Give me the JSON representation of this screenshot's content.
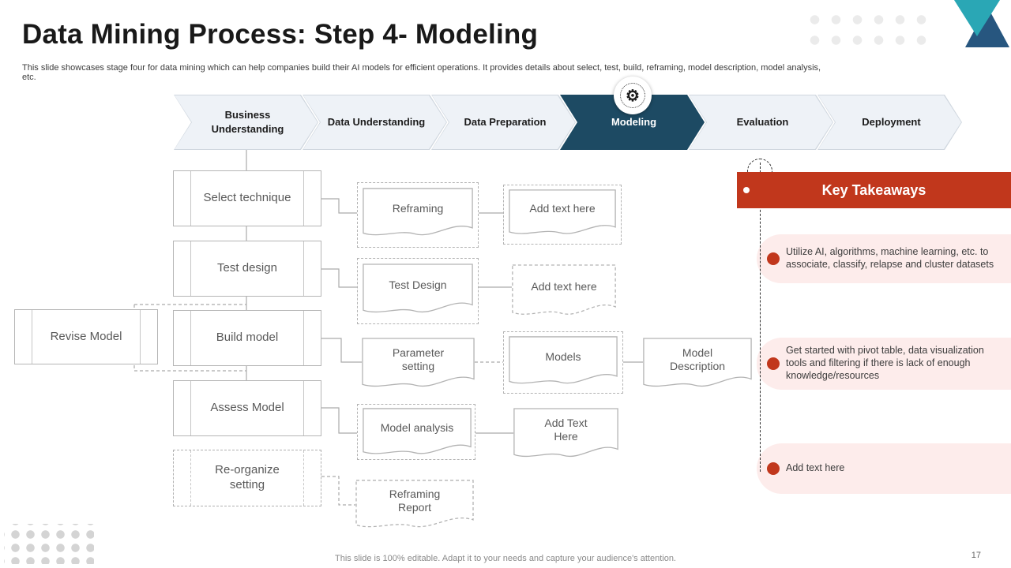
{
  "header": {
    "title": "Data Mining Process: Step 4- Modeling",
    "subtitle": "This slide showcases stage four for data mining which can help companies build their AI models for efficient operations. It provides details about select, test, build, reframing, model description, model analysis, etc."
  },
  "process_steps": [
    {
      "label": "Business Understanding",
      "active": false
    },
    {
      "label": "Data Understanding",
      "active": false
    },
    {
      "label": "Data Preparation",
      "active": false
    },
    {
      "label": "Modeling",
      "active": true,
      "icon": "gear-icon"
    },
    {
      "label": "Evaluation",
      "active": false
    },
    {
      "label": "Deployment",
      "active": false
    }
  ],
  "flow": {
    "select_technique": "Select technique",
    "test_design": "Test design",
    "build_model": "Build model",
    "assess_model": "Assess Model",
    "reorganize_setting": "Re-organize setting",
    "revise_model": "Revise Model",
    "reframing": "Reframing",
    "test_design_doc": "Test Design",
    "parameter_setting": "Parameter setting",
    "model_analysis": "Model analysis",
    "reframing_report": "Reframing Report",
    "add_text_1": "Add text here",
    "add_text_2": "Add text here",
    "models": "Models",
    "add_text_3": "Add Text Here",
    "model_description": "Model Description"
  },
  "key_takeaways": {
    "title": "Key Takeaways",
    "items": [
      {
        "text": "Utilize AI, algorithms, machine learning, etc. to associate, classify, relapse and cluster datasets"
      },
      {
        "text": "Get started with pivot table, data visualization tools and filtering if there is lack of enough knowledge/resources"
      },
      {
        "text": "Add text here"
      }
    ]
  },
  "footer": {
    "note": "This slide is 100% editable. Adapt it to your needs and capture your audience's attention.",
    "page_number": "17"
  },
  "icons": {
    "modeling_step": "gear-icon",
    "brand": "logo-triangles"
  },
  "colors": {
    "accent_red": "#c1371c",
    "active_step_blue": "#1d4a63",
    "pink_bg": "#fdeceb",
    "logo_teal": "#2aa7b5",
    "logo_navy": "#27567f"
  }
}
